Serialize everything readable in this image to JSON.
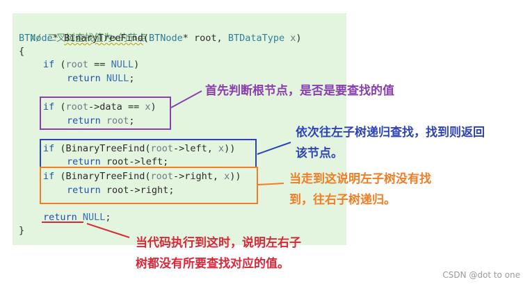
{
  "code": {
    "comment": "// 二叉树查找值为x的节点",
    "sig_type1": "BTNode",
    "sig_star": "* ",
    "sig_fn": "BinaryTreeFind",
    "sig_open": "(",
    "sig_ptype": "BTNode",
    "sig_pstar": "* ",
    "sig_param1": "root",
    "sig_comma": ", ",
    "sig_ptype2": "BTDataType",
    "sig_space": " ",
    "sig_param2": "x",
    "sig_close": ")",
    "brace_open": "{",
    "l1_kw": "if",
    "l1_rest_a": " (",
    "l1_root": "root",
    "l1_eq": " == ",
    "l1_null": "NULL",
    "l1_close": ")",
    "l2_kw": "return",
    "l2_null": " NULL",
    "l2_semi": ";",
    "l3_kw": "if",
    "l3_rest_a": " (",
    "l3_root": "root",
    "l3_arrow": "->data == ",
    "l3_x": "x",
    "l3_close": ")",
    "l4_kw": "return",
    "l4_root": " root",
    "l4_semi": ";",
    "l5_kw": "if",
    "l5_open": " (",
    "l5_fn": "BinaryTreeFind",
    "l5_paren": "(",
    "l5_root": "root",
    "l5_left": "->left, ",
    "l5_x": "x",
    "l5_close": "))",
    "l6_kw": "return",
    "l6_rest": " root->left;",
    "l7_kw": "if",
    "l7_open": " (",
    "l7_fn": "BinaryTreeFind",
    "l7_paren": "(",
    "l7_root": "root",
    "l7_right": "->right, ",
    "l7_x": "x",
    "l7_close": "))",
    "l8_kw": "return",
    "l8_rest": " root->right;",
    "l9_kw": "return",
    "l9_null": " NULL",
    "l9_semi": ";",
    "brace_close": "}"
  },
  "notes": {
    "purple": "首先判断根节点，是否是要查找的值",
    "blue_line1": "依次往左子树递归查找，找到则返回",
    "blue_line2": "该节点。",
    "orange_line1": "当走到这说明左子树没有找",
    "orange_line2": "到，往右子树递归。",
    "red_line1": "当代码执行到这时，说明左右子",
    "red_line2": "树都没有所要查找对应的值。"
  },
  "watermark": "CSDN @dot to one",
  "colors": {
    "panel_bg": "#e3f5df",
    "purple": "#8a3fae",
    "blue": "#2f43b8",
    "orange": "#f07e27",
    "red": "#d8283b"
  }
}
